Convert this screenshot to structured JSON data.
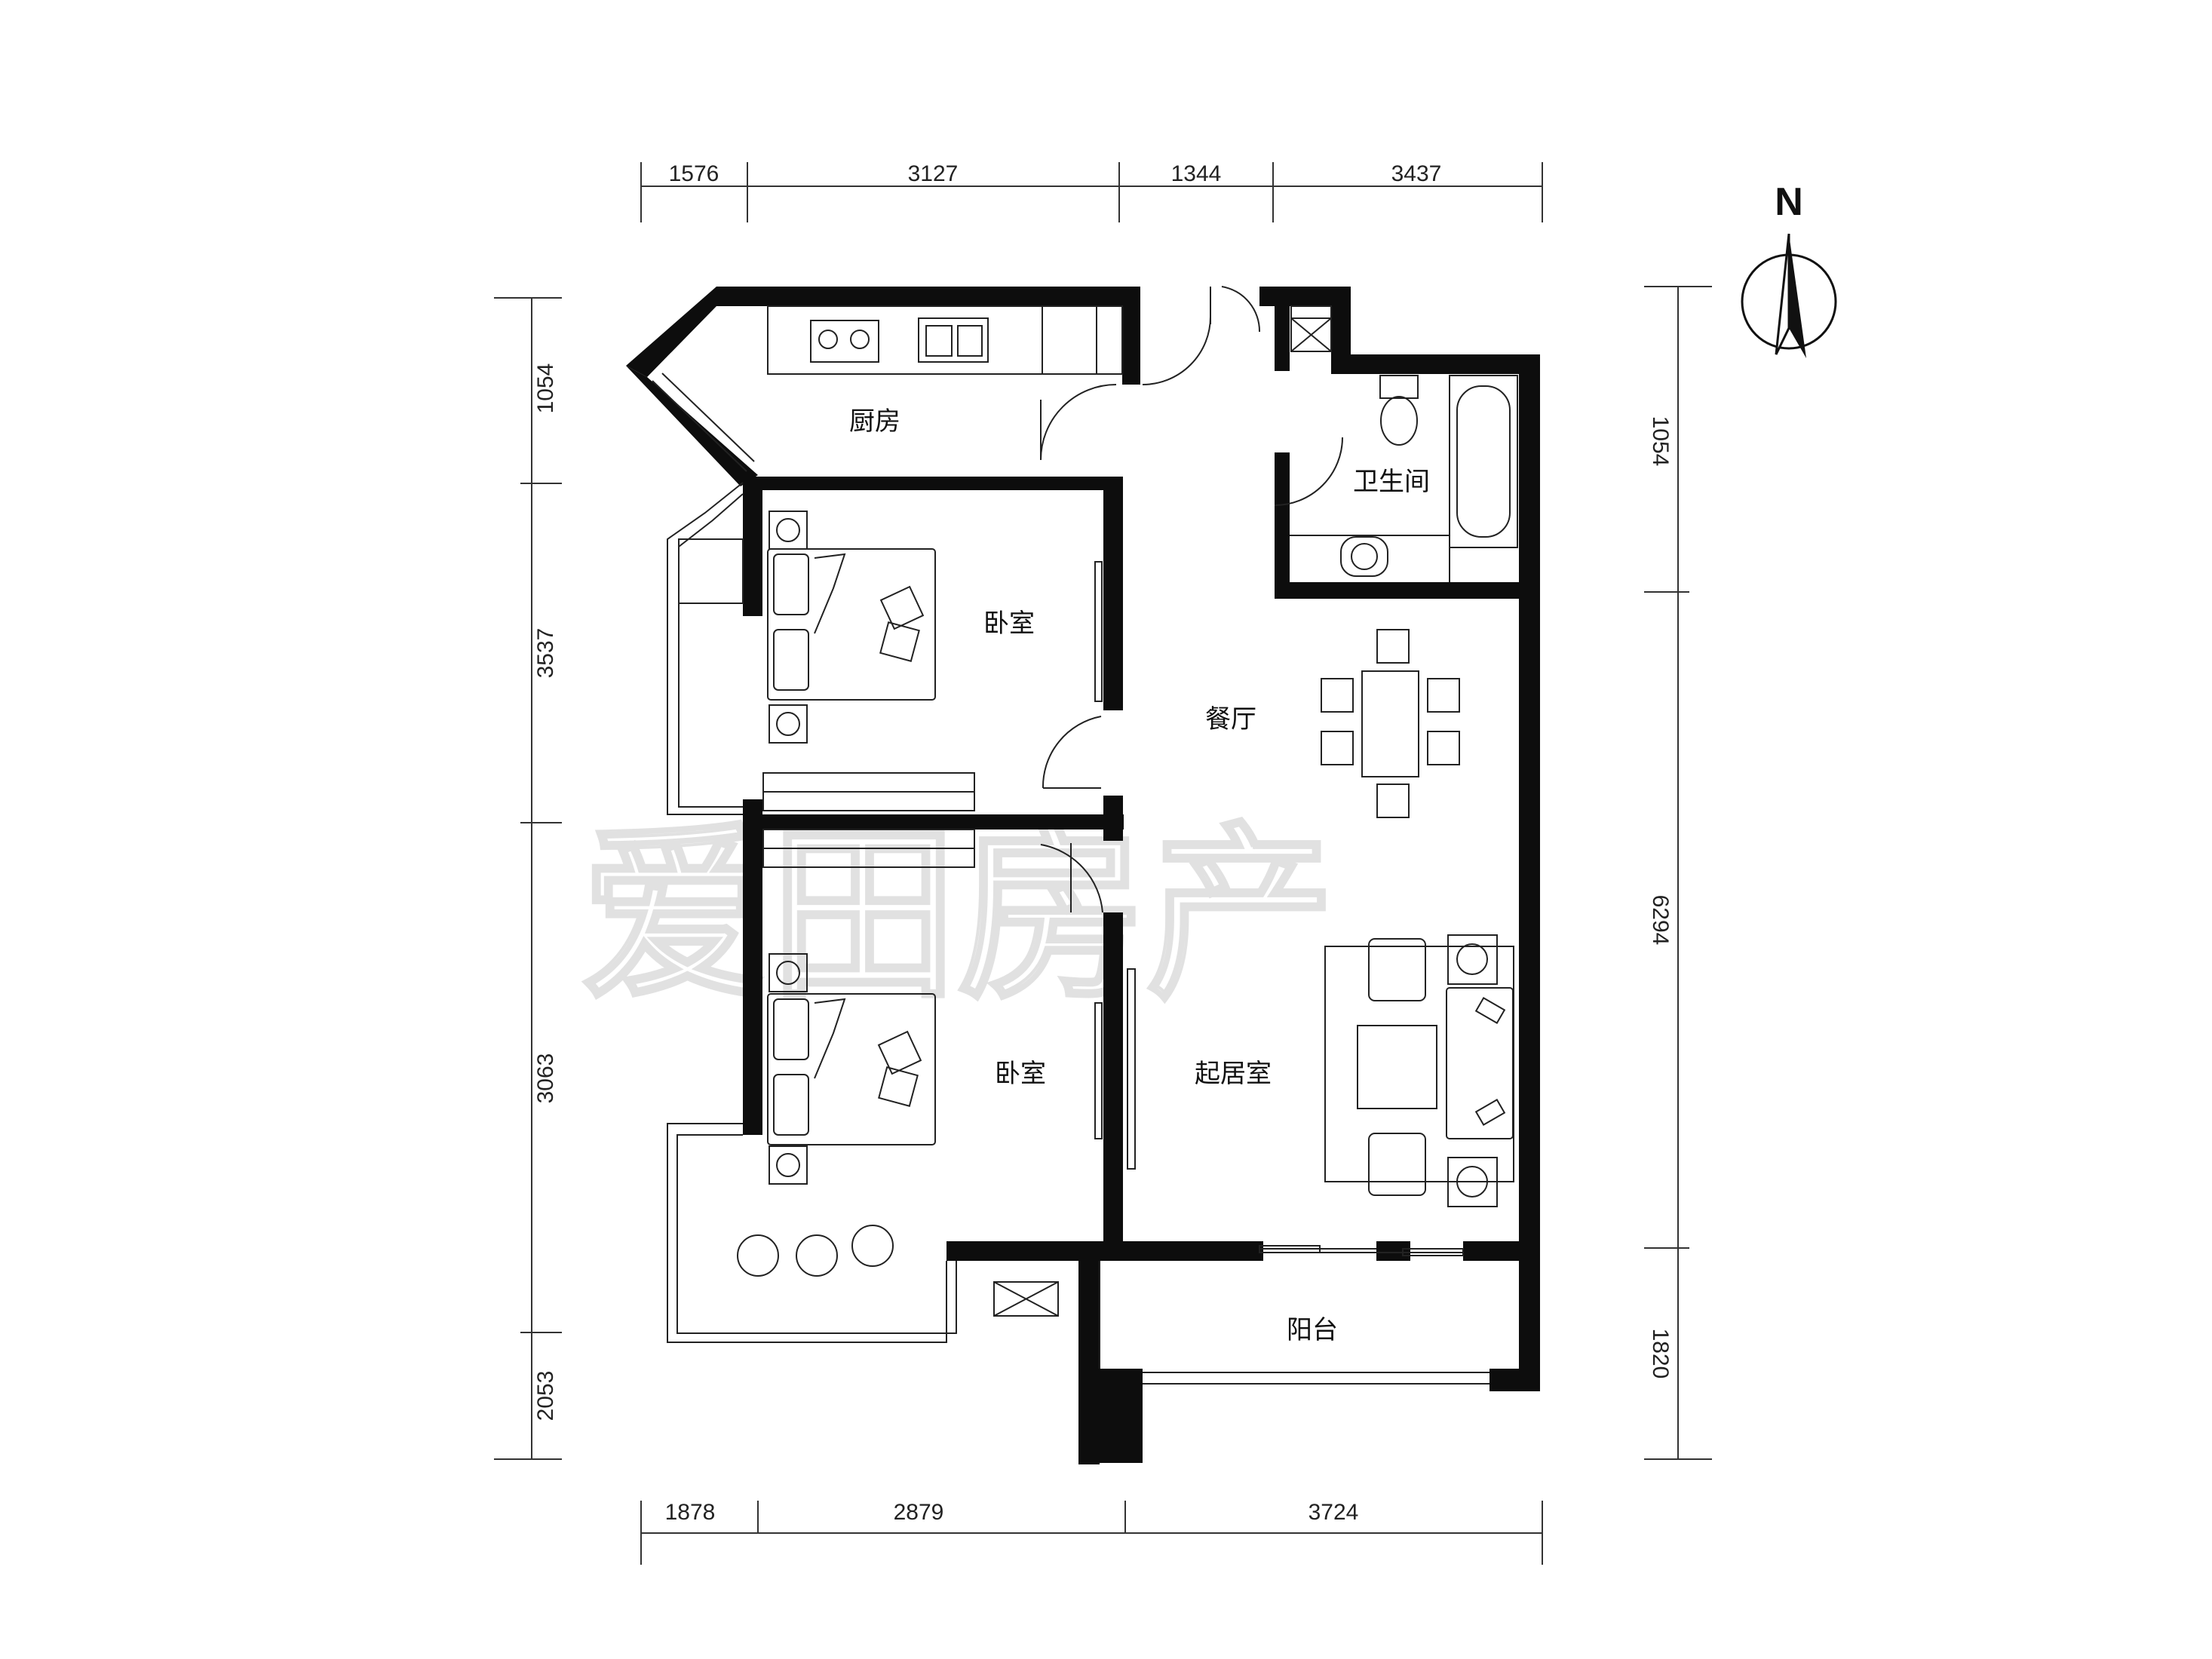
{
  "compass": {
    "label": "N"
  },
  "dimensions": {
    "top": [
      "1576",
      "3127",
      "1344",
      "3437"
    ],
    "bottom": [
      "1878",
      "2879",
      "3724"
    ],
    "left": [
      "1054",
      "3537",
      "3063",
      "2053"
    ],
    "right": [
      "1054",
      "6294",
      "1820"
    ]
  },
  "rooms": {
    "kitchen": "厨房",
    "bathroom": "卫生间",
    "bedroom_1": "卧室",
    "bedroom_2": "卧室",
    "dining": "餐厅",
    "living": "起居室",
    "balcony": "阳台"
  },
  "watermark": "爱田房产"
}
